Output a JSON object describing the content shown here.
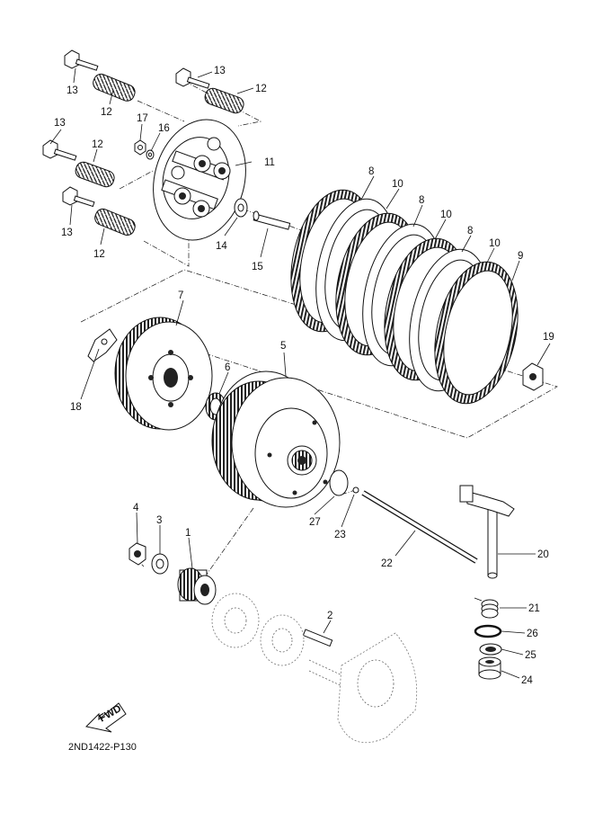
{
  "diagram_code": "2ND1422-P130",
  "fwd_label": "FWD",
  "callouts": {
    "c1": "1",
    "c2": "2",
    "c3": "3",
    "c4": "4",
    "c5": "5",
    "c6": "6",
    "c7": "7",
    "c8a": "8",
    "c8b": "8",
    "c8c": "8",
    "c9": "9",
    "c10a": "10",
    "c10b": "10",
    "c10c": "10",
    "c11": "11",
    "c12a": "12",
    "c12b": "12",
    "c12c": "12",
    "c12d": "12",
    "c13a": "13",
    "c13b": "13",
    "c13c": "13",
    "c13d": "13",
    "c14": "14",
    "c15": "15",
    "c16": "16",
    "c17": "17",
    "c18": "18",
    "c19": "19",
    "c20": "20",
    "c21": "21",
    "c22": "22",
    "c23": "23",
    "c24": "24",
    "c25": "25",
    "c26": "26",
    "c27": "27"
  }
}
